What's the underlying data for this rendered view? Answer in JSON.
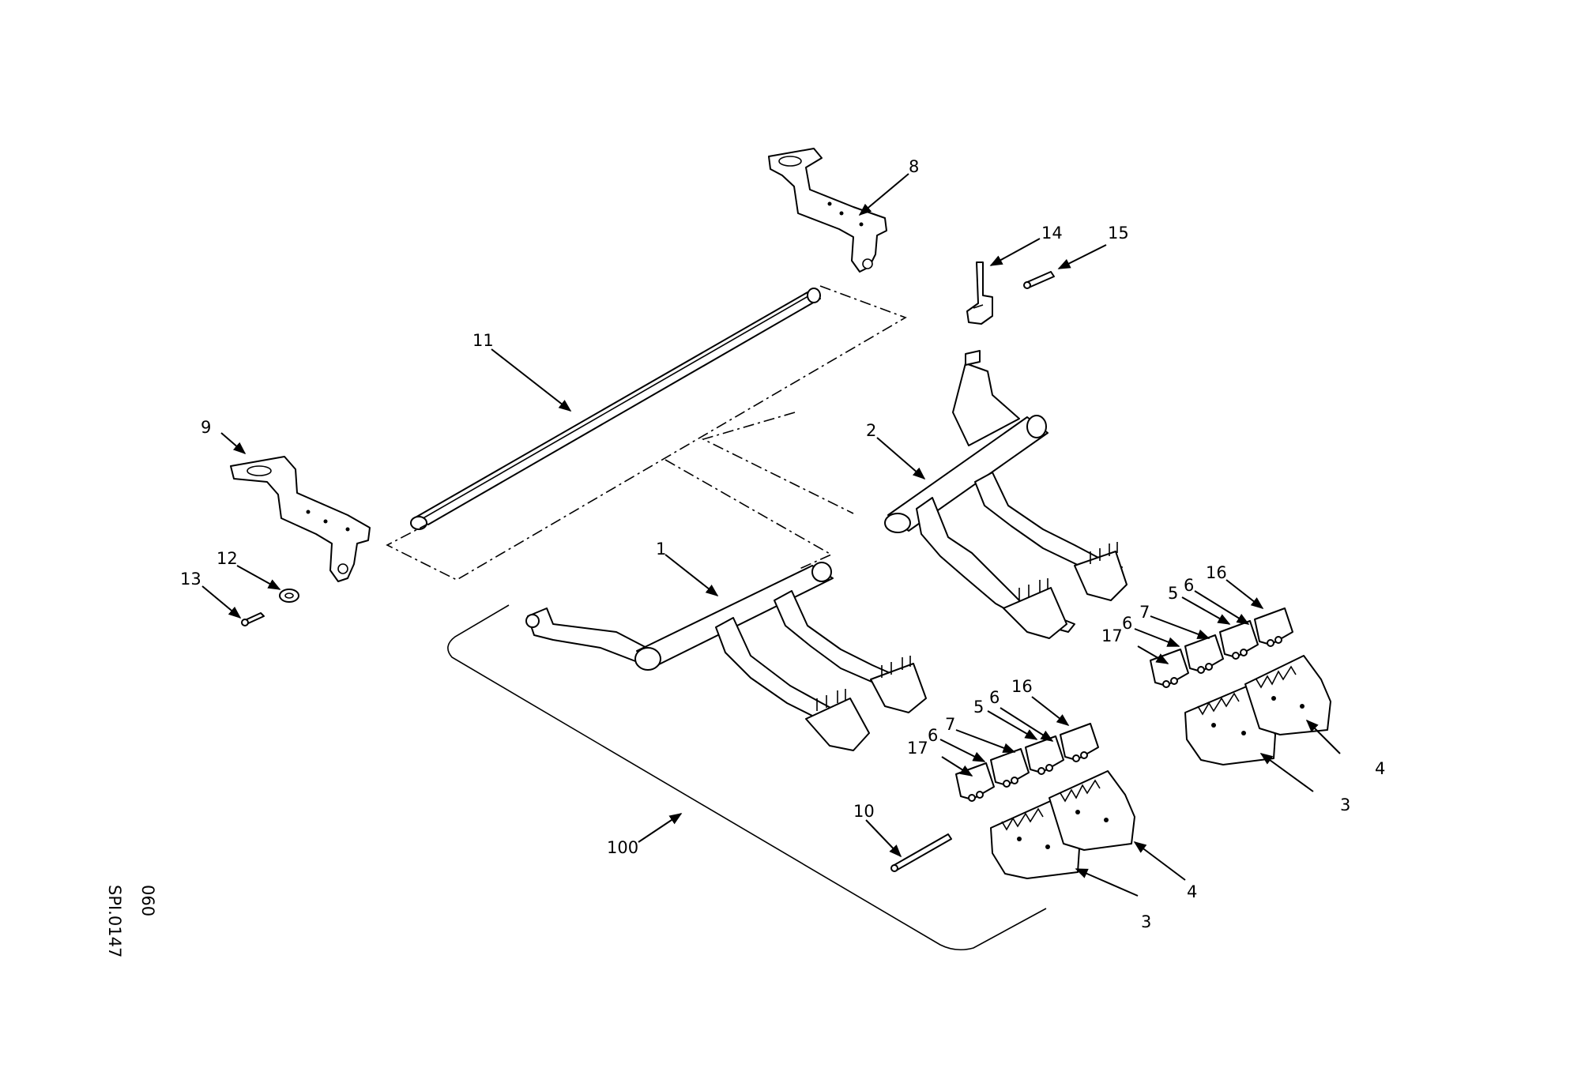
{
  "drawing": {
    "code_line1": "SPI.0147",
    "code_line2": "060"
  },
  "callouts": {
    "c1": "1",
    "c2": "2",
    "c3a": "3",
    "c3b": "3",
    "c4a": "4",
    "c4b": "4",
    "c5a": "5",
    "c5b": "5",
    "c6a": "6",
    "c6b": "6",
    "c6c": "6",
    "c6d": "6",
    "c7a": "7",
    "c7b": "7",
    "c8": "8",
    "c9": "9",
    "c10": "10",
    "c11": "11",
    "c12": "12",
    "c13": "13",
    "c14": "14",
    "c15": "15",
    "c16a": "16",
    "c16b": "16",
    "c17a": "17",
    "c17b": "17",
    "c100": "100"
  }
}
